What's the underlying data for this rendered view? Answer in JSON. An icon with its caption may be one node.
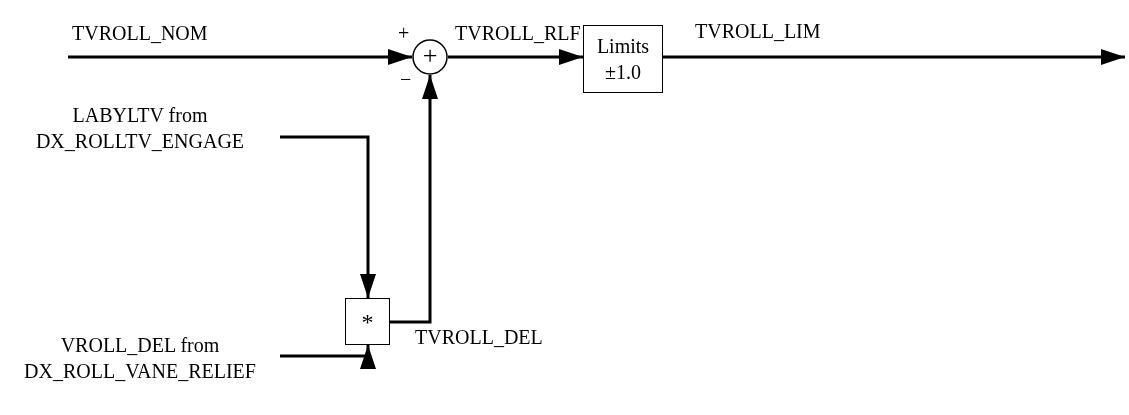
{
  "diagram": {
    "nodes": [
      {
        "text": [
          "+"
        ],
        "beside": [
          "+",
          "−"
        ]
      },
      {
        "text": [
          "Limits ±1.0"
        ]
      },
      {
        "text": [
          "*"
        ]
      },
      {
        "text": [
          "LABYLTV from DX_ROLLTV_ENGAGE"
        ]
      },
      {
        "text": [
          "VROLL_DEL from DX_ROLL_VANE_RELIEF"
        ]
      }
    ],
    "edges": [
      {
        "from": null,
        "to": 0,
        "arrow": "to",
        "label": "TVROLL_NOM"
      },
      {
        "from": 0,
        "to": 1,
        "arrow": "to",
        "label": "TVROLL_RLF"
      },
      {
        "from": 1,
        "to": null,
        "arrow": "to",
        "label": "TVROLL_LIM"
      },
      {
        "from": 3,
        "to": 2,
        "arrow": "to"
      },
      {
        "from": 4,
        "to": 2,
        "arrow": "to"
      },
      {
        "from": 2,
        "to": 0,
        "arrow": "to",
        "label": "TVROLL_DEL"
      }
    ]
  }
}
